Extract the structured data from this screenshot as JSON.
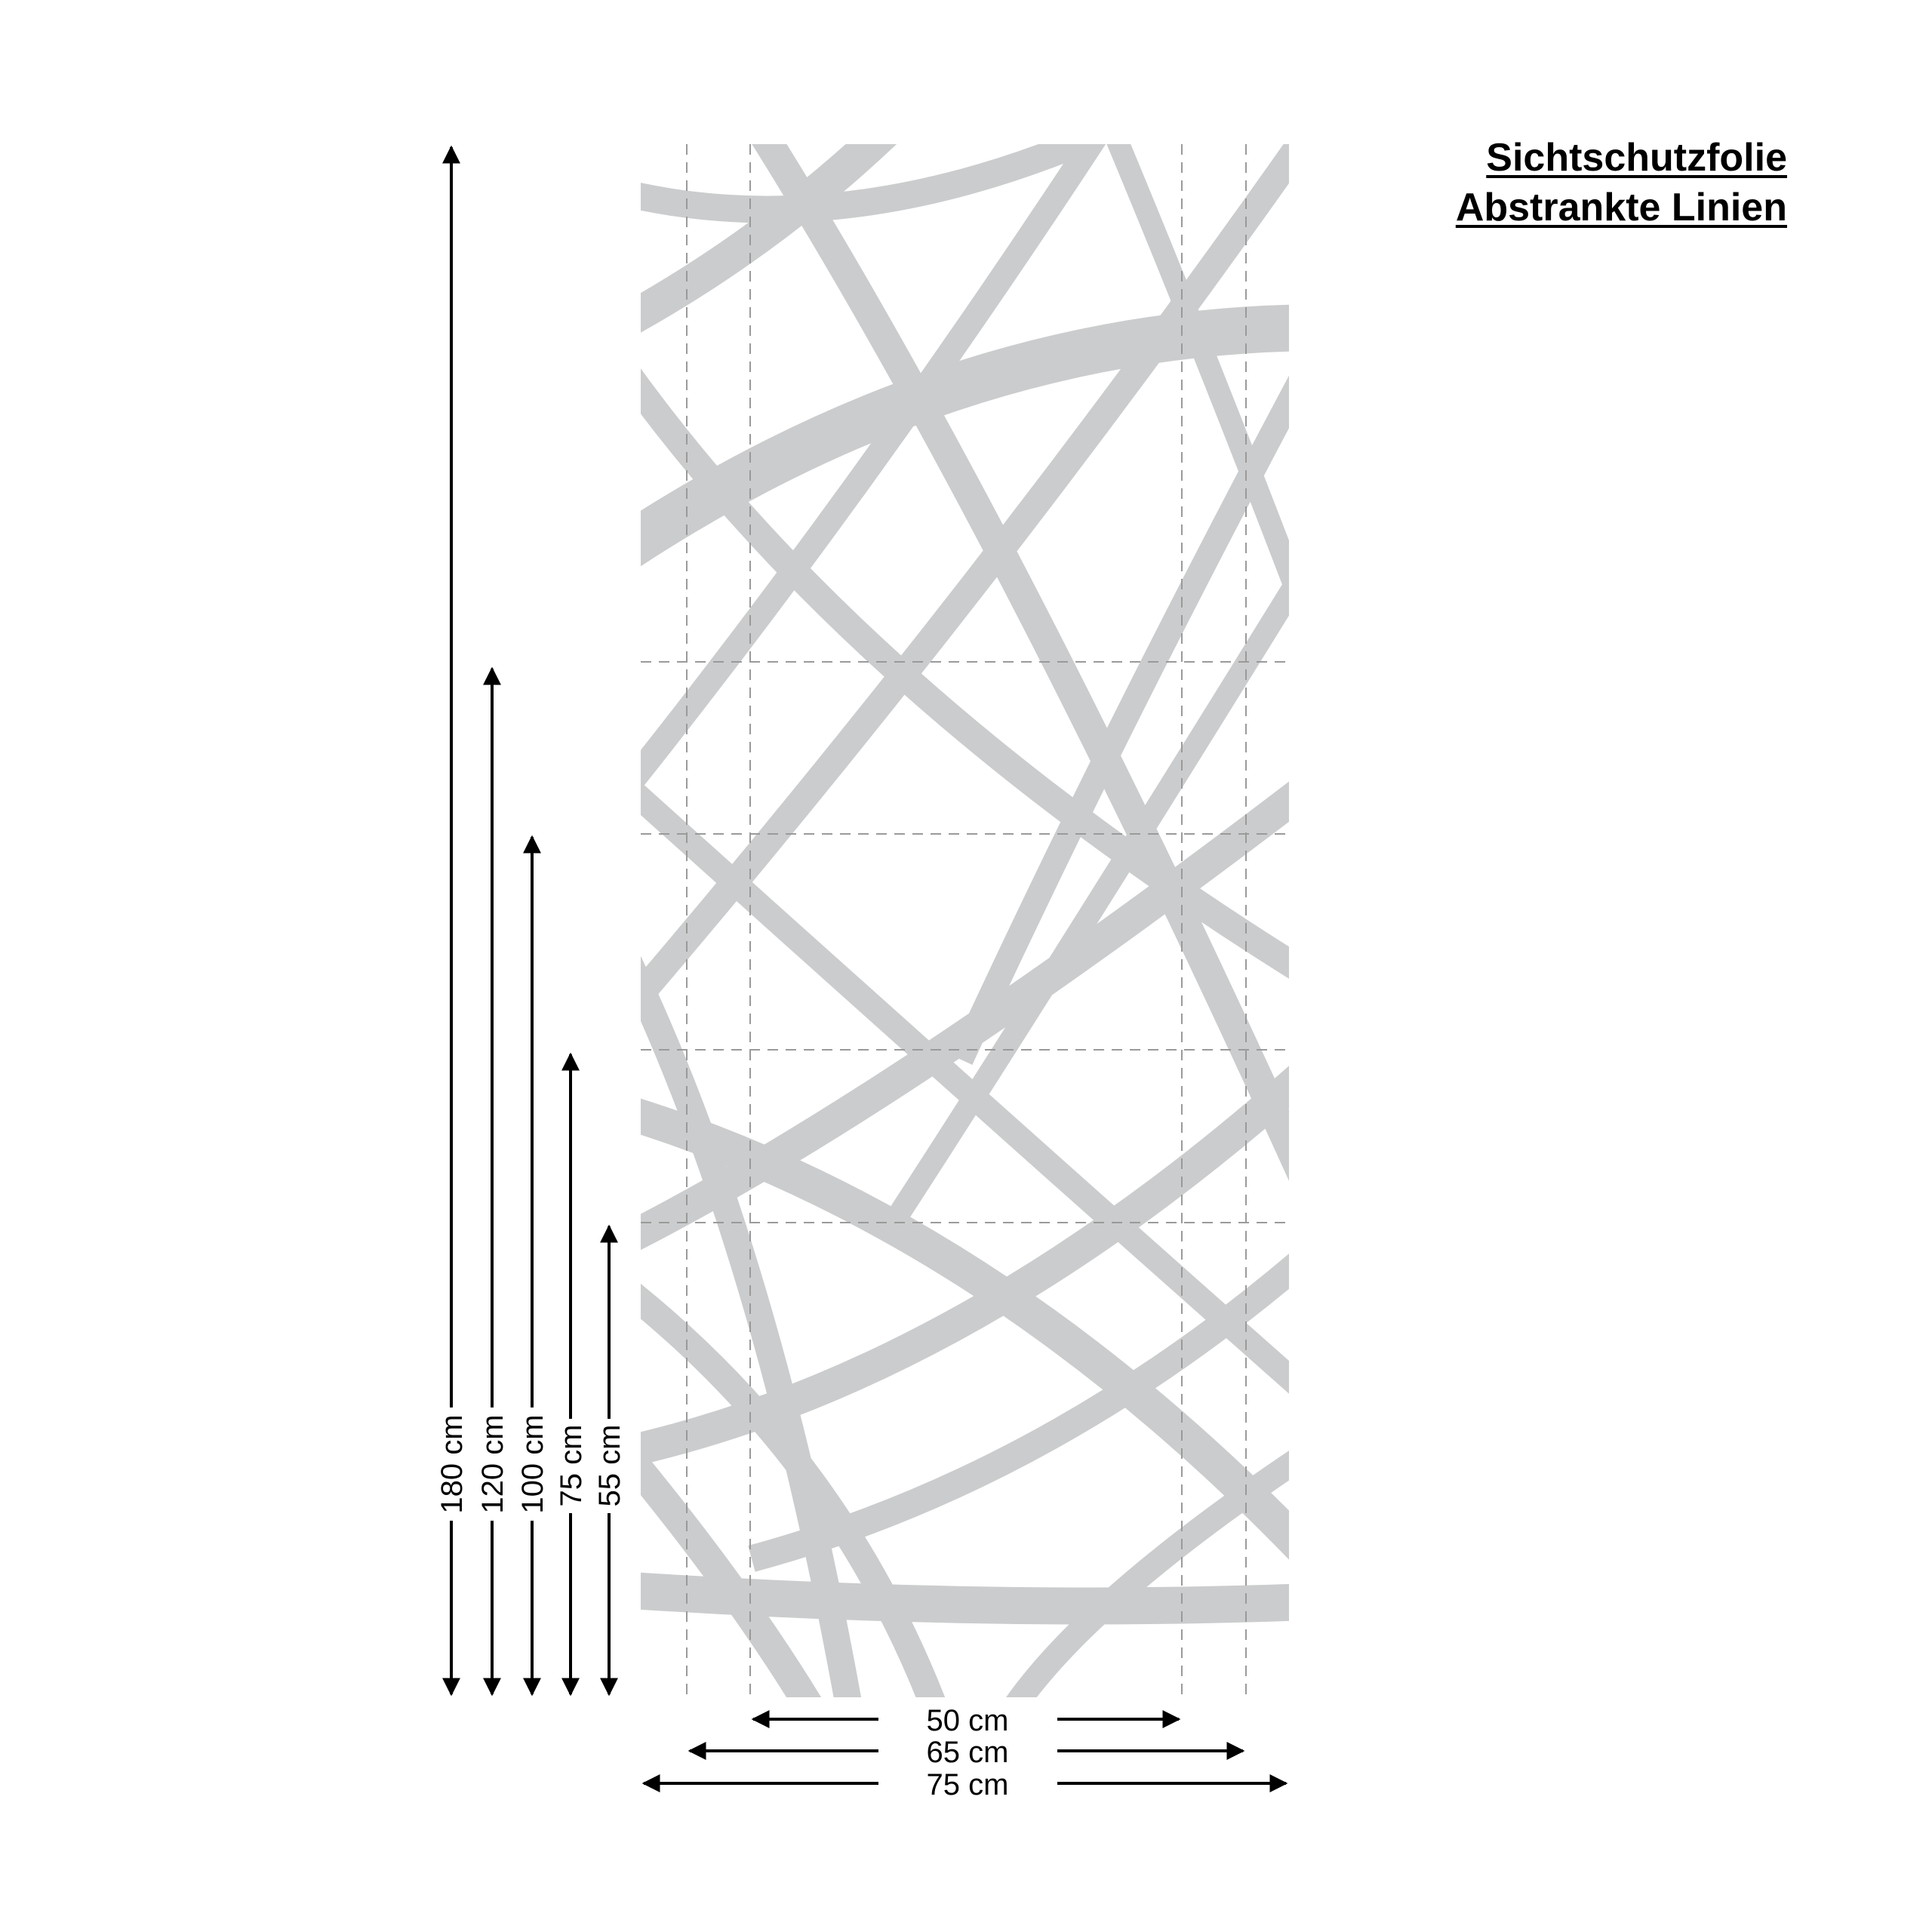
{
  "title": {
    "line1": "Sichtschutzfolie",
    "line2": "Abstrankte Linien"
  },
  "heights": [
    "180 cm",
    "120 cm",
    "100 cm",
    "75 cm",
    "55 cm"
  ],
  "widths": [
    "50 cm",
    "65 cm",
    "75 cm"
  ],
  "colors": {
    "pattern": "#cbcccd",
    "guides": "#9a9a9a",
    "arrows": "#000000"
  }
}
